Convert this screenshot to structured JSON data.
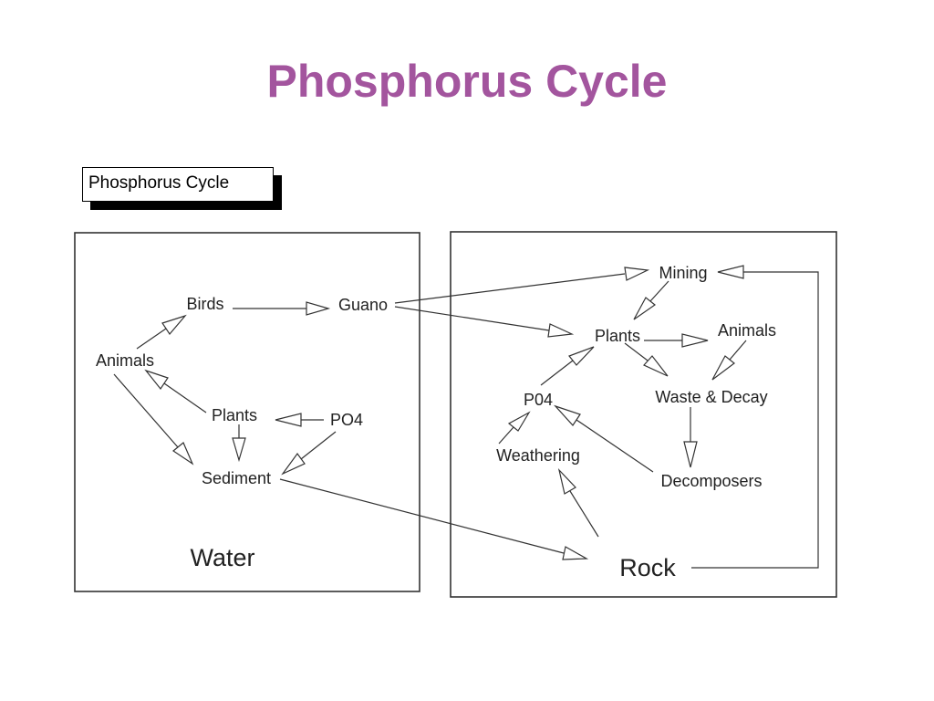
{
  "slide": {
    "title": "Phosphorus Cycle"
  },
  "diagram": {
    "label_box": "Phosphorus Cycle",
    "nodes": {
      "water_birds": "Birds",
      "water_guano": "Guano",
      "water_animals": "Animals",
      "water_plants": "Plants",
      "water_po4": "PO4",
      "water_sediment": "Sediment",
      "water_title": "Water",
      "rock_mining": "Mining",
      "rock_plants": "Plants",
      "rock_animals": "Animals",
      "rock_po4": "P04",
      "rock_waste": "Waste & Decay",
      "rock_weathering": "Weathering",
      "rock_decomposers": "Decomposers",
      "rock_title": "Rock"
    },
    "edges": [
      {
        "from": "Birds",
        "to": "Guano"
      },
      {
        "from": "Animals",
        "to": "Birds"
      },
      {
        "from": "Plants",
        "to": "Animals"
      },
      {
        "from": "Animals",
        "to": "Sediment"
      },
      {
        "from": "PO4",
        "to": "Plants"
      },
      {
        "from": "Plants",
        "to": "Sediment"
      },
      {
        "from": "PO4",
        "to": "Sediment"
      },
      {
        "from": "Guano",
        "to": "Mining"
      },
      {
        "from": "Guano",
        "to": "Plants"
      },
      {
        "from": "Sediment",
        "to": "Rock"
      },
      {
        "from": "Rock",
        "to": "Mining"
      },
      {
        "from": "Mining",
        "to": "Plants"
      },
      {
        "from": "Plants",
        "to": "Animals"
      },
      {
        "from": "Plants",
        "to": "Waste & Decay"
      },
      {
        "from": "Animals",
        "to": "Waste & Decay"
      },
      {
        "from": "P04",
        "to": "Plants"
      },
      {
        "from": "Waste & Decay",
        "to": "Decomposers"
      },
      {
        "from": "Decomposers",
        "to": "P04"
      },
      {
        "from": "Weathering",
        "to": "P04"
      },
      {
        "from": "Rock",
        "to": "Weathering"
      }
    ]
  }
}
